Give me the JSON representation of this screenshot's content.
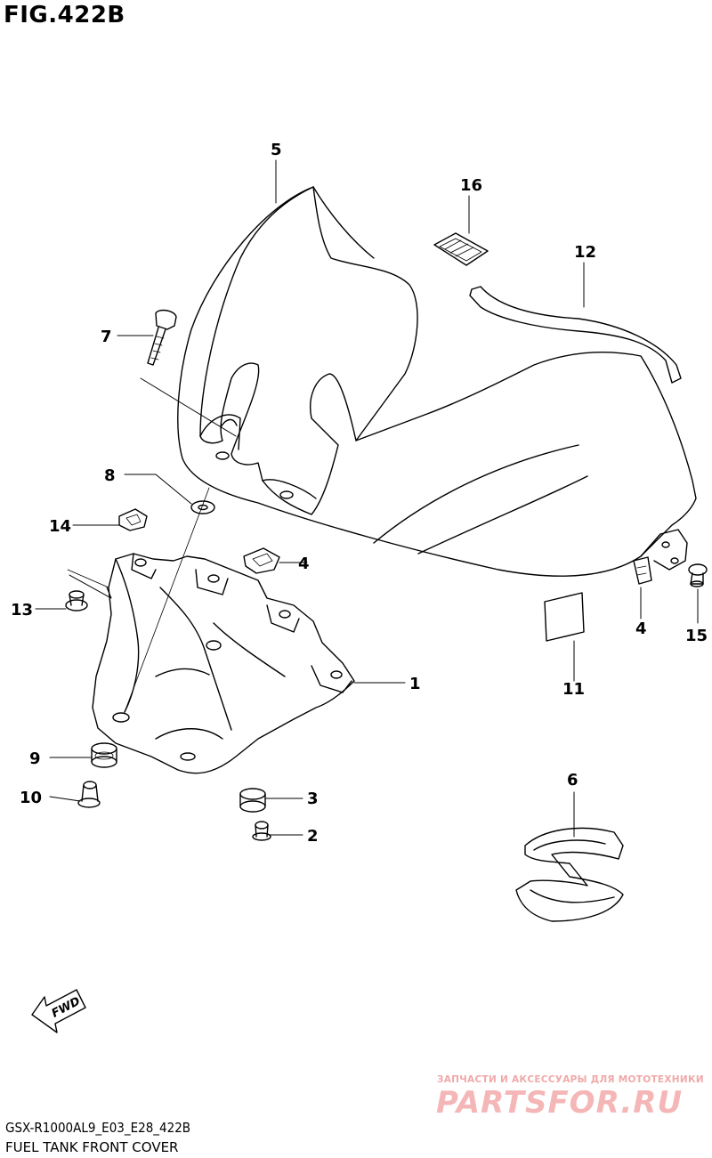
{
  "figure": {
    "title": "FIG.422B"
  },
  "callouts": [
    {
      "id": "c5",
      "label": "5"
    },
    {
      "id": "c16",
      "label": "16"
    },
    {
      "id": "c12",
      "label": "12"
    },
    {
      "id": "c7",
      "label": "7"
    },
    {
      "id": "c8",
      "label": "8"
    },
    {
      "id": "c14",
      "label": "14"
    },
    {
      "id": "c4a",
      "label": "4"
    },
    {
      "id": "c13",
      "label": "13"
    },
    {
      "id": "c1",
      "label": "1"
    },
    {
      "id": "c4b",
      "label": "4"
    },
    {
      "id": "c15",
      "label": "15"
    },
    {
      "id": "c11",
      "label": "11"
    },
    {
      "id": "c9",
      "label": "9"
    },
    {
      "id": "c3",
      "label": "3"
    },
    {
      "id": "c10",
      "label": "10"
    },
    {
      "id": "c2",
      "label": "2"
    },
    {
      "id": "c6",
      "label": "6"
    }
  ],
  "fwd_label": "FWD",
  "footer": {
    "code": "GSX-R1000AL9_E03_E28_422B",
    "name": "FUEL TANK FRONT COVER"
  },
  "watermark": {
    "tagline": "ЗАПЧАСТИ И АКСЕССУАРЫ ДЛЯ МОТОТЕХНИКИ",
    "brand": "PARTSFOR.RU"
  }
}
